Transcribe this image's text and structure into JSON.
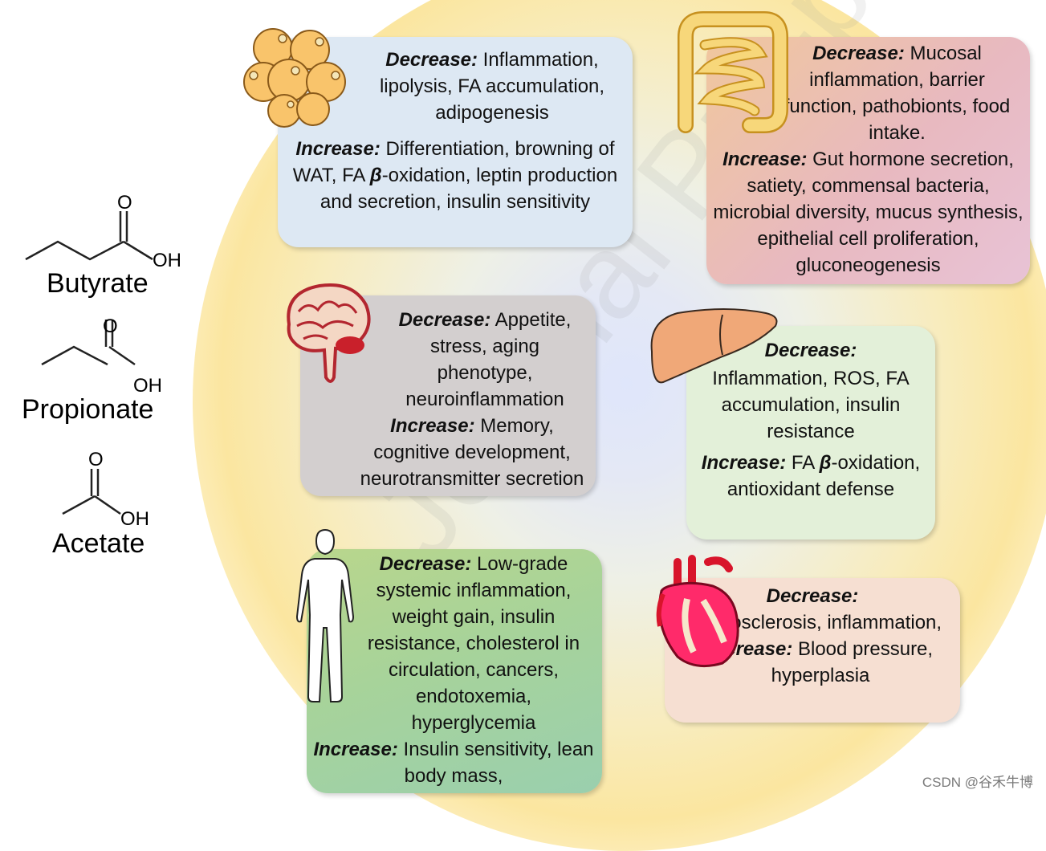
{
  "molecules": [
    {
      "name": "Butyrate",
      "o_label": "O",
      "oh_label": "OH"
    },
    {
      "name": "Propionate",
      "o_label": "O",
      "oh_label": "OH"
    },
    {
      "name": "Acetate",
      "o_label": "O",
      "oh_label": "OH"
    }
  ],
  "boxes": {
    "adipose": {
      "icon": "fat-cells-icon",
      "decrease_label": "Decrease:",
      "decrease_text": " Inflammation, lipolysis, FA accumulation, adipogenesis",
      "increase_label": "Increase:",
      "increase_text_1": " Differentiation, browning of WAT, FA ",
      "beta": "β",
      "increase_text_2": "-oxidation, leptin production and secretion, insulin sensitivity",
      "color": "#dde8f3"
    },
    "gut": {
      "icon": "intestine-icon",
      "decrease_label": "Decrease:",
      "decrease_text": " Mucosal inflammation, barrier function, pathobionts, food intake.",
      "increase_label": "Increase:",
      "increase_text": " Gut hormone secretion, satiety, commensal bacteria, microbial diversity, mucus synthesis, epithelial cell proliferation, gluconeogenesis",
      "color": "#e8b9c0"
    },
    "brain": {
      "icon": "brain-icon",
      "decrease_label": "Decrease:",
      "decrease_text": " Appetite, stress, aging phenotype, neuroinflammation",
      "increase_label": "Increase:",
      "increase_text": " Memory, cognitive development, neurotransmitter secretion",
      "color": "#d3cfcf"
    },
    "liver": {
      "icon": "liver-icon",
      "decrease_label": "Decrease:",
      "decrease_text": "Inflammation, ROS, FA accumulation, insulin resistance",
      "increase_label": "Increase:",
      "increase_text_1": " FA ",
      "beta": "β",
      "increase_text_2": "-oxidation, antioxidant defense",
      "color": "#e3f0d9"
    },
    "body": {
      "icon": "human-body-icon",
      "decrease_label": "Decrease:",
      "decrease_text": " Low-grade systemic inflammation, weight gain, insulin resistance, cholesterol in circulation, cancers, endotoxemia, hyperglycemia",
      "increase_label": "Increase:",
      "increase_text": " Insulin sensitivity, lean body mass,",
      "color": "#a9d3a0"
    },
    "heart": {
      "icon": "heart-icon",
      "decrease_label": "Decrease:",
      "decrease_text": "Atherosclerosis, inflammation,",
      "increase_label": "Increase:",
      "increase_text": " Blood pressure, hyperplasia",
      "color": "#f6dfd2"
    }
  },
  "watermark": "Journal Pre-proof",
  "credit": "CSDN @谷禾牛博"
}
